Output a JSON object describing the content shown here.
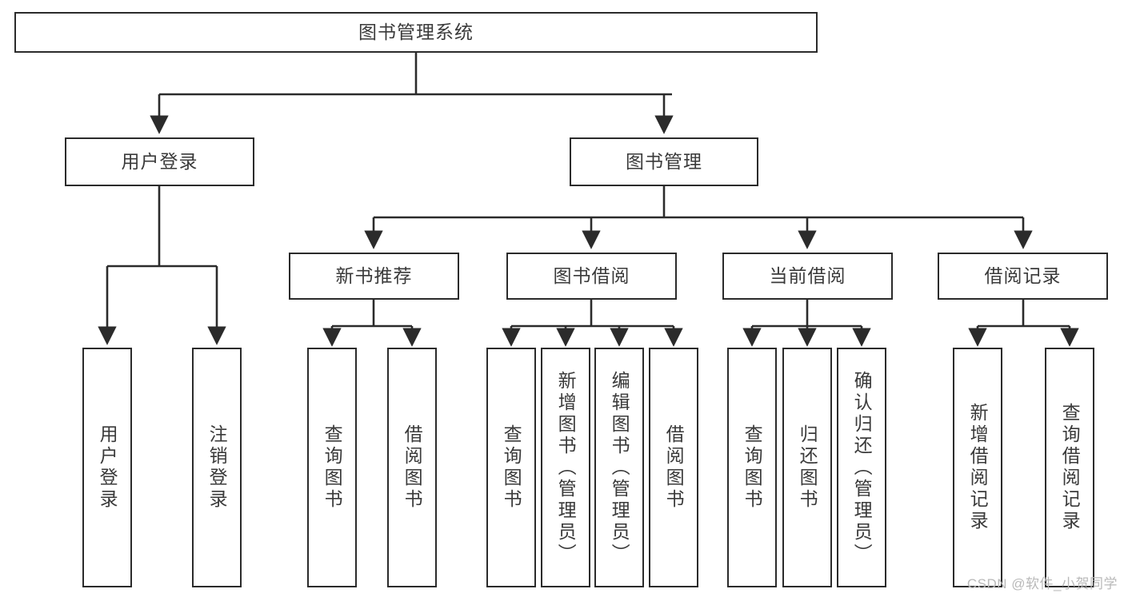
{
  "diagram": {
    "title": "图书管理系统",
    "watermark": "CSDN @软件_小贺同学",
    "stroke_color": "#2b2b2b",
    "text_color": "#3a3a3a",
    "background_color": "#ffffff",
    "root": {
      "label": "图书管理系统"
    },
    "level2": [
      {
        "id": "user-login",
        "label": "用户登录"
      },
      {
        "id": "book-manage",
        "label": "图书管理"
      }
    ],
    "level3": [
      {
        "id": "new-book-recommend",
        "label": "新书推荐"
      },
      {
        "id": "book-borrow",
        "label": "图书借阅"
      },
      {
        "id": "current-borrow",
        "label": "当前借阅"
      },
      {
        "id": "borrow-record",
        "label": "借阅记录"
      }
    ],
    "leaves": [
      {
        "id": "leaf-user-login",
        "label": "用户登录"
      },
      {
        "id": "leaf-logout",
        "label": "注销登录"
      },
      {
        "id": "leaf-query-book-1",
        "label": "查询图书"
      },
      {
        "id": "leaf-borrow-book-1",
        "label": "借阅图书"
      },
      {
        "id": "leaf-query-book-2",
        "label": "查询图书"
      },
      {
        "id": "leaf-add-book",
        "label": "新增图书（管理员）"
      },
      {
        "id": "leaf-edit-book",
        "label": "编辑图书（管理员）"
      },
      {
        "id": "leaf-borrow-book-2",
        "label": "借阅图书"
      },
      {
        "id": "leaf-query-book-3",
        "label": "查询图书"
      },
      {
        "id": "leaf-return-book",
        "label": "归还图书"
      },
      {
        "id": "leaf-confirm-return",
        "label": "确认归还（管理员）"
      },
      {
        "id": "leaf-add-record",
        "label": "新增借阅记录"
      },
      {
        "id": "leaf-query-record",
        "label": "查询借阅记录"
      }
    ]
  }
}
